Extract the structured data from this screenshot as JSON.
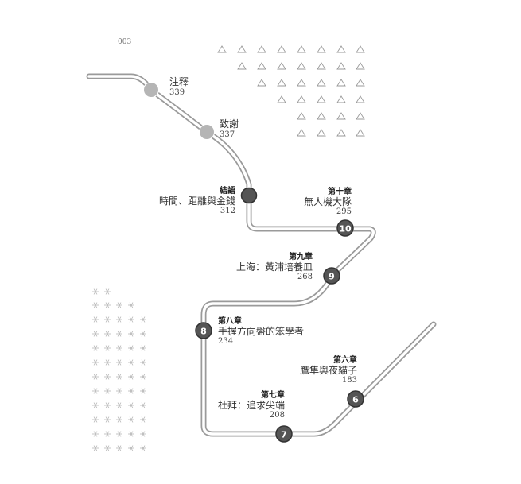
{
  "corner_page": "003",
  "track_color": "#9a9a9a",
  "station_dark": "#555555",
  "station_grey": "#b5b5b5",
  "stations": [
    {
      "id": "notes",
      "chapter": "",
      "title": "注釋",
      "page": "339",
      "kind": "grey",
      "number": ""
    },
    {
      "id": "thanks",
      "chapter": "",
      "title": "致謝",
      "page": "337",
      "kind": "grey",
      "number": ""
    },
    {
      "id": "epilogue",
      "chapter": "結語",
      "title": "時間、距離與金錢",
      "page": "312",
      "kind": "dark",
      "number": ""
    },
    {
      "id": "ch10",
      "chapter": "第十章",
      "title": "無人機大隊",
      "page": "295",
      "kind": "dark",
      "number": "10"
    },
    {
      "id": "ch9",
      "chapter": "第九章",
      "title": "上海：黃浦培養皿",
      "page": "268",
      "kind": "dark",
      "number": "9"
    },
    {
      "id": "ch8",
      "chapter": "第八章",
      "title": "手握方向盤的笨學者",
      "page": "234",
      "kind": "dark",
      "number": "8"
    },
    {
      "id": "ch7",
      "chapter": "第七章",
      "title": "杜拜：追求尖端",
      "page": "208",
      "kind": "dark",
      "number": "7"
    },
    {
      "id": "ch6",
      "chapter": "第六章",
      "title": "鷹隼與夜貓子",
      "page": "183",
      "kind": "dark",
      "number": "6"
    }
  ]
}
